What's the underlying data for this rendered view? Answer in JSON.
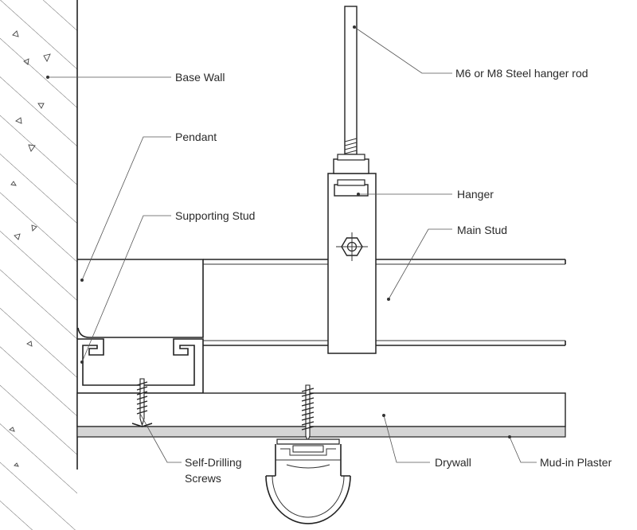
{
  "labels": {
    "rod": "M6 or M8 Steel hanger rod",
    "base_wall": "Base Wall",
    "pendant": "Pendant",
    "hanger": "Hanger",
    "supporting_stud": "Supporting Stud",
    "main_stud": "Main Stud",
    "screws_line1": "Self-Drilling",
    "screws_line2": "Screws",
    "drywall": "Drywall",
    "plaster": "Mud-in Plaster"
  }
}
